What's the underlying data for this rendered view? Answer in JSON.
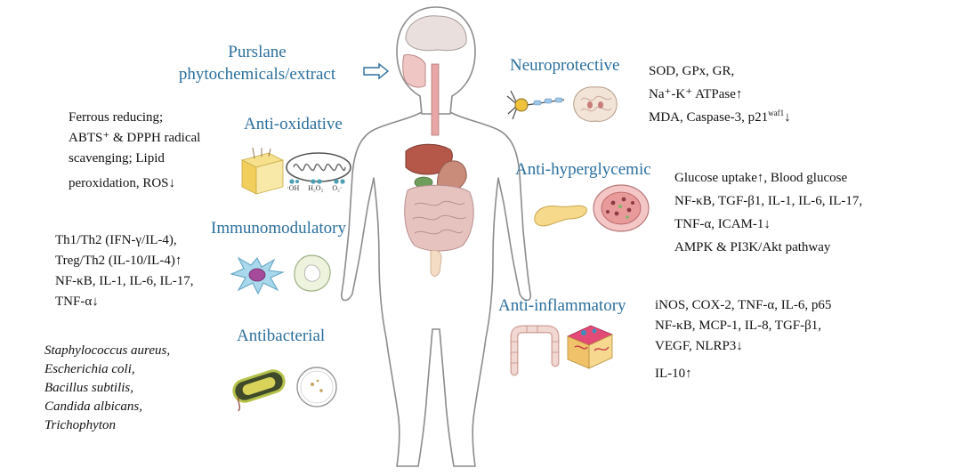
{
  "main_heading": [
    "Purslane",
    "phytochemicals/extract"
  ],
  "colors": {
    "heading": "#2b6f9e",
    "body_outline": "#8c8c8c",
    "liver": "#b5584a",
    "stomach": "#c98b7a",
    "intestine": "#e7c3c0"
  },
  "sections": {
    "anti_oxidative": {
      "title": "Anti-oxidative",
      "lines": [
        "Ferrous reducing;",
        "ABTS⁺ & DPPH radical",
        "scavenging; Lipid",
        "peroxidation, ROS↓"
      ],
      "icon_labels": [
        "·OH",
        "H₂O₂",
        "O₂·"
      ]
    },
    "immunomodulatory": {
      "title": "Immunomodulatory",
      "lines": [
        "Th1/Th2 (IFN-γ/IL-4),",
        "Treg/Th2 (IL-10/IL-4)↑",
        "NF-κB, IL-1, IL-6, IL-17,",
        "TNF-α↓"
      ]
    },
    "antibacterial": {
      "title": "Antibacterial",
      "lines": [
        "Staphylococcus aureus,",
        "Escherichia coli,",
        "Bacillus subtilis,",
        "Candida albicans,",
        "Trichophyton"
      ]
    },
    "neuroprotective": {
      "title": "Neuroprotective",
      "lines": [
        "SOD, GPx, GR,",
        "Na⁺-K⁺ ATPase↑",
        "MDA, Caspase-3, p21"
      ],
      "superscript": "waf1",
      "suffix": "↓"
    },
    "anti_hyperglycemic": {
      "title": "Anti-hyperglycemic",
      "lines": [
        "Glucose uptake↑, Blood glucose",
        "NF-κB, TGF-β1, IL-1, IL-6, IL-17,",
        "TNF-α, ICAM-1↓",
        "AMPK & PI3K/Akt pathway"
      ]
    },
    "anti_inflammatory": {
      "title": "Anti-inflammatory",
      "lines": [
        "iNOS, COX-2, TNF-α, IL-6, p65",
        "NF-κB, MCP-1, IL-8, TGF-β1,",
        "VEGF, NLRP3↓",
        "IL-10↑"
      ]
    }
  }
}
